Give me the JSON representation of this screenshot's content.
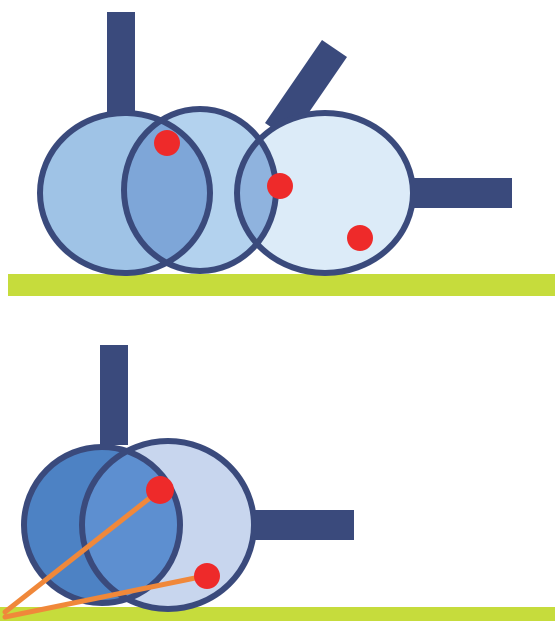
{
  "colors": {
    "background": "#ffffff",
    "outline": "#3a4a7c",
    "ground": "#c6dc3c",
    "dot": "#ee2a2a",
    "rod": "#f0883a",
    "top_wheel_1_fill": "#9fc3e6",
    "top_wheel_2_fill": "#b3d2ee",
    "top_wheel_3_fill": "#dcebf8",
    "top_overlap_fill": "#7ea6d8",
    "bottom_wheel_1_fill": "#4d82c4",
    "bottom_wheel_2_fill": "#c8d6ee",
    "bottom_overlap_fill": "#5d8fd0"
  },
  "panels": {
    "top": {
      "wheel_count": 3,
      "handle_count": 3,
      "marker_count": 3
    },
    "bottom": {
      "wheel_count": 2,
      "handle_count": 2,
      "marker_count": 2,
      "rod_count": 2
    }
  }
}
